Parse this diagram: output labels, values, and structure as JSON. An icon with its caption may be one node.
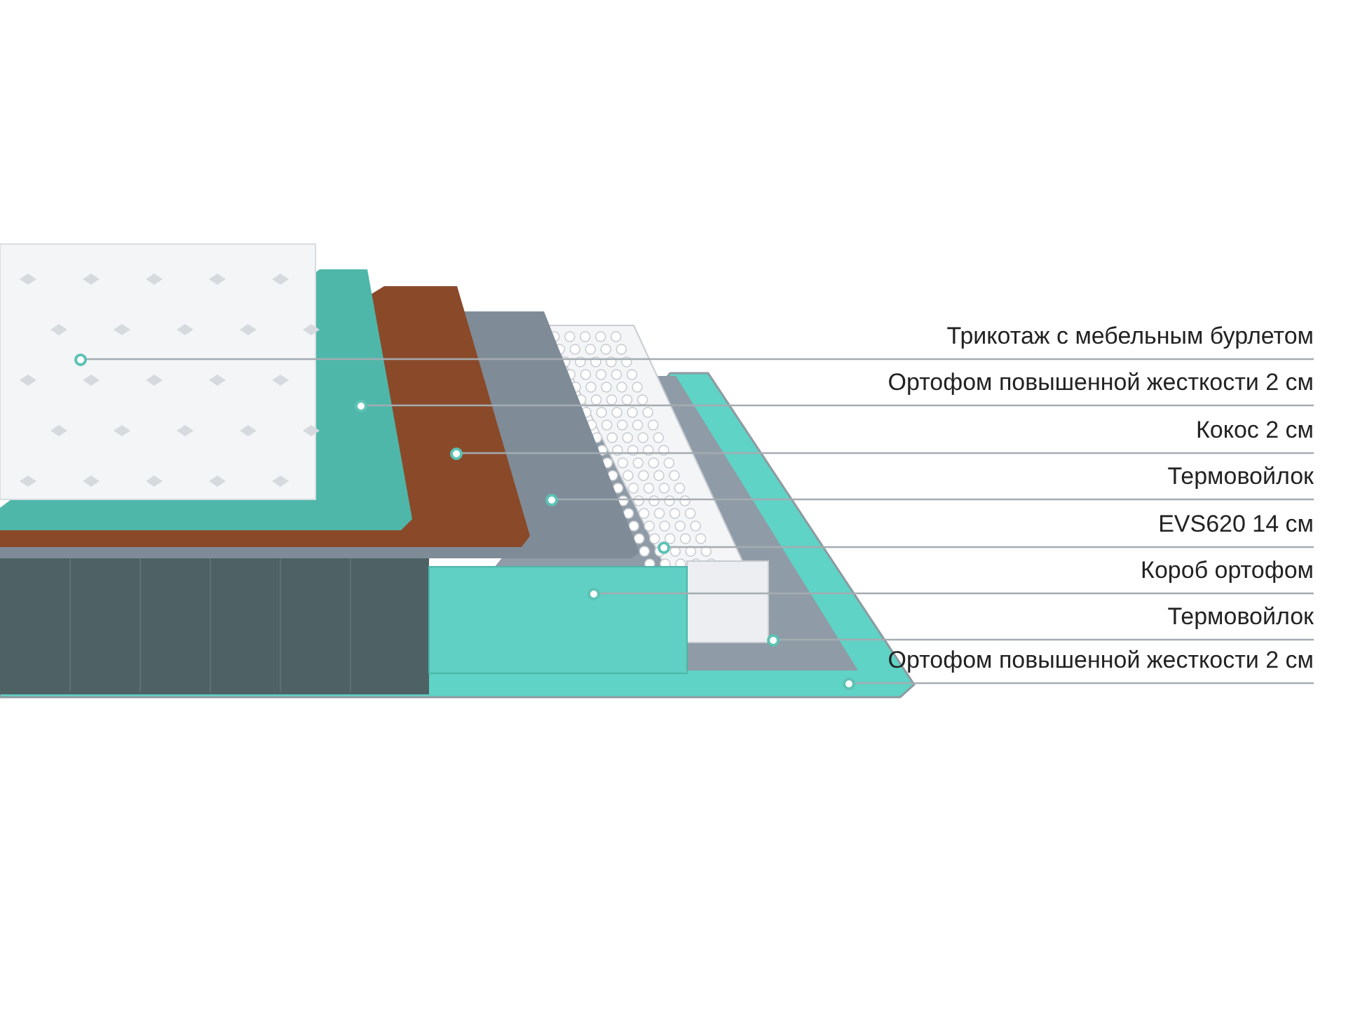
{
  "diagram": {
    "nodes": [
      {
        "text": [
          "Трикотаж с мебельным бурлетом"
        ]
      },
      {
        "text": [
          "Ортофом повышенной жесткости 2 см"
        ]
      },
      {
        "text": [
          "Кокос 2 см"
        ]
      },
      {
        "text": [
          "Термовойлок"
        ]
      },
      {
        "text": [
          "EVS620 14 см"
        ]
      },
      {
        "text": [
          "Короб ортофом"
        ]
      },
      {
        "text": [
          "Термовойлок"
        ]
      },
      {
        "text": [
          "Ортофом повышенной жесткости 2 см"
        ]
      },
      {
        "text": [],
        "shape": "circle"
      },
      {
        "text": [],
        "shape": "circle"
      },
      {
        "text": [],
        "shape": "circle"
      },
      {
        "text": [],
        "shape": "circle"
      },
      {
        "text": [],
        "shape": "circle"
      },
      {
        "text": [],
        "shape": "circle"
      },
      {
        "text": [],
        "shape": "circle"
      },
      {
        "text": [],
        "shape": "circle"
      }
    ],
    "edges": [
      {
        "from": 0,
        "to": 8,
        "arrow": "none"
      },
      {
        "from": 1,
        "to": 9,
        "arrow": "none"
      },
      {
        "from": 2,
        "to": 10,
        "arrow": "none"
      },
      {
        "from": 3,
        "to": 11,
        "arrow": "none"
      },
      {
        "from": 4,
        "to": 12,
        "arrow": "none"
      },
      {
        "from": 5,
        "to": 13,
        "arrow": "none"
      },
      {
        "from": 6,
        "to": 14,
        "arrow": "none"
      },
      {
        "from": 7,
        "to": 15,
        "arrow": "none"
      }
    ]
  }
}
